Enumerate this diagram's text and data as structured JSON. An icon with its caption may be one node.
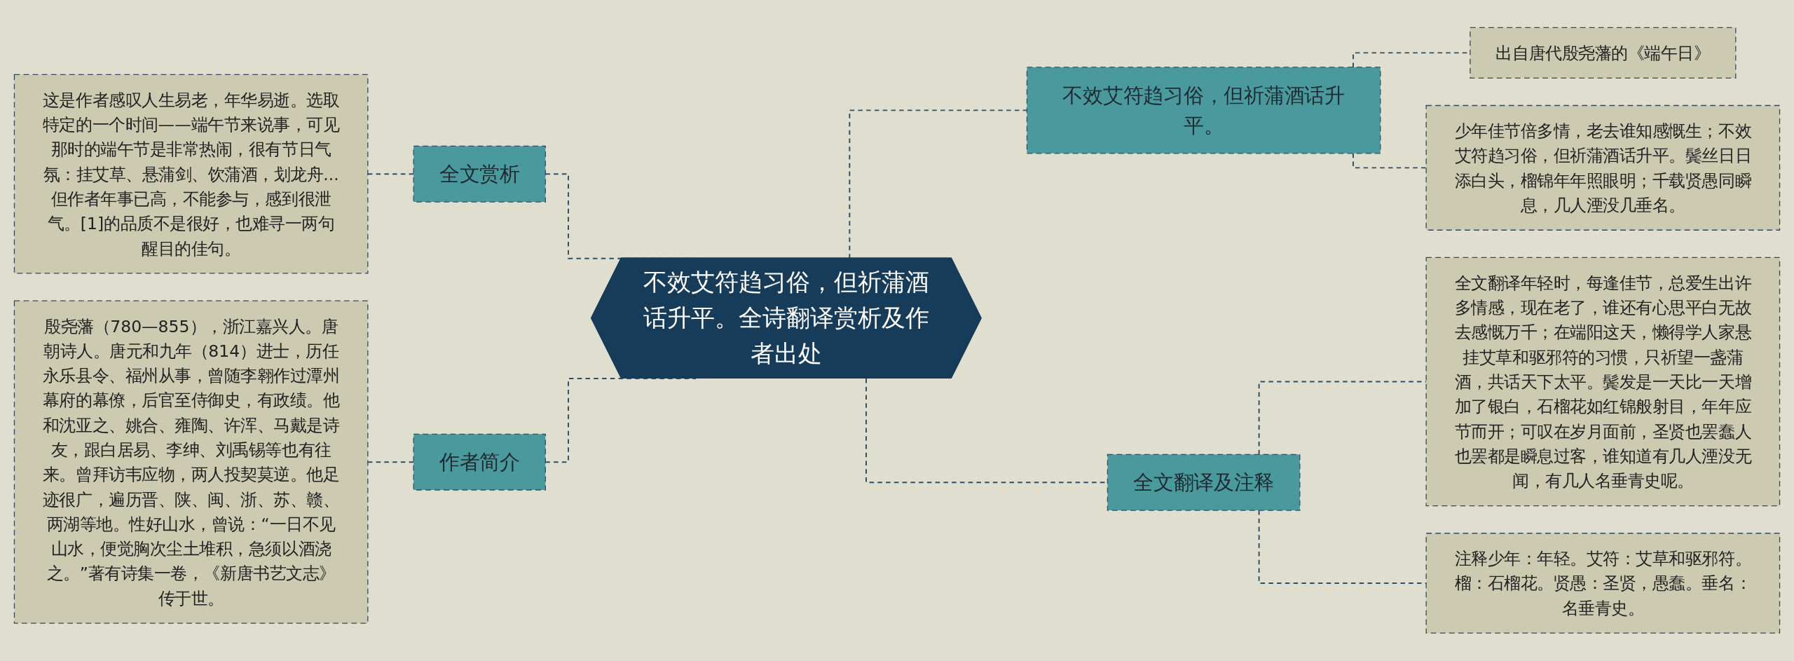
{
  "diagram": {
    "nodes": [
      {
        "text": [
          "不效艾符趋习俗，但祈蒲酒话升平。全诗翻译赏析及作者出处"
        ]
      },
      {
        "text": [
          "全文赏析"
        ]
      },
      {
        "text": [
          "这是作者感叹人生易老，年华易逝。选取特定的一个时间——端午节来说事，可见那时的端午节是非常热闹，很有节日气氛：挂艾草、悬蒲剑、饮蒲酒，划龙舟...但作者年事已高，不能参与，感到很泄气。[1]的品质不是很好，也难寻一两句醒目的佳句。"
        ]
      },
      {
        "text": [
          "作者简介"
        ]
      },
      {
        "text": [
          "殷尧藩（780—855），浙江嘉兴人。唐朝诗人。唐元和九年（814）进士，历任永乐县令、福州从事，曾随李翱作过潭州幕府的幕僚，后官至侍御史，有政绩。他和沈亚之、姚合、雍陶、许浑、马戴是诗友，跟白居易、李绅、刘禹锡等也有往来。曾拜访韦应物，两人投契莫逆。他足迹很广，遍历晋、陕、闽、浙、苏、赣、两湖等地。性好山水，曾说：“一日不见山水，便觉胸次尘土堆积，急须以酒浇之。”著有诗集一卷，《新唐书艺文志》传于世。"
        ]
      },
      {
        "text": [
          "不效艾符趋习俗，但祈蒲酒话升平。"
        ]
      },
      {
        "text": [
          "出自唐代殷尧藩的《端午日》"
        ]
      },
      {
        "text": [
          "少年佳节倍多情，老去谁知感慨生；不效艾符趋习俗，但祈蒲酒话升平。鬓丝日日添白头，榴锦年年照眼明；千载贤愚同瞬息，几人湮没几垂名。"
        ]
      },
      {
        "text": [
          "全文翻译及注释"
        ]
      },
      {
        "text": [
          "全文翻译年轻时，每逢佳节，总爱生出许多情感，现在老了，谁还有心思平白无故去感慨万千；在端阳这天，懒得学人家悬挂艾草和驱邪符的习惯，只祈望一盏蒲酒，共话天下太平。鬓发是一天比一天增加了银白，石榴花如红锦般射目，年年应节而开；可叹在岁月面前，圣贤也罢蠢人也罢都是瞬息过客，谁知道有几人湮没无闻，有几人名垂青史呢。"
        ]
      },
      {
        "text": [
          "注释少年：年轻。艾符：艾草和驱邪符。榴：石榴花。贤愚：圣贤，愚蠢。垂名：名垂青史。"
        ]
      }
    ],
    "edges": [
      {
        "from": 2,
        "to": 1,
        "arrow": "none",
        "style": "dashed"
      },
      {
        "from": 1,
        "to": 0,
        "arrow": "none",
        "style": "dashed"
      },
      {
        "from": 4,
        "to": 3,
        "arrow": "none",
        "style": "dashed"
      },
      {
        "from": 3,
        "to": 0,
        "arrow": "none",
        "style": "dashed"
      },
      {
        "from": 0,
        "to": 5,
        "arrow": "none",
        "style": "dashed"
      },
      {
        "from": 5,
        "to": 6,
        "arrow": "none",
        "style": "dashed"
      },
      {
        "from": 5,
        "to": 7,
        "arrow": "none",
        "style": "dashed"
      },
      {
        "from": 0,
        "to": 8,
        "arrow": "none",
        "style": "dashed"
      },
      {
        "from": 8,
        "to": 9,
        "arrow": "none",
        "style": "dashed"
      },
      {
        "from": 8,
        "to": 10,
        "arrow": "none",
        "style": "dashed"
      }
    ]
  }
}
